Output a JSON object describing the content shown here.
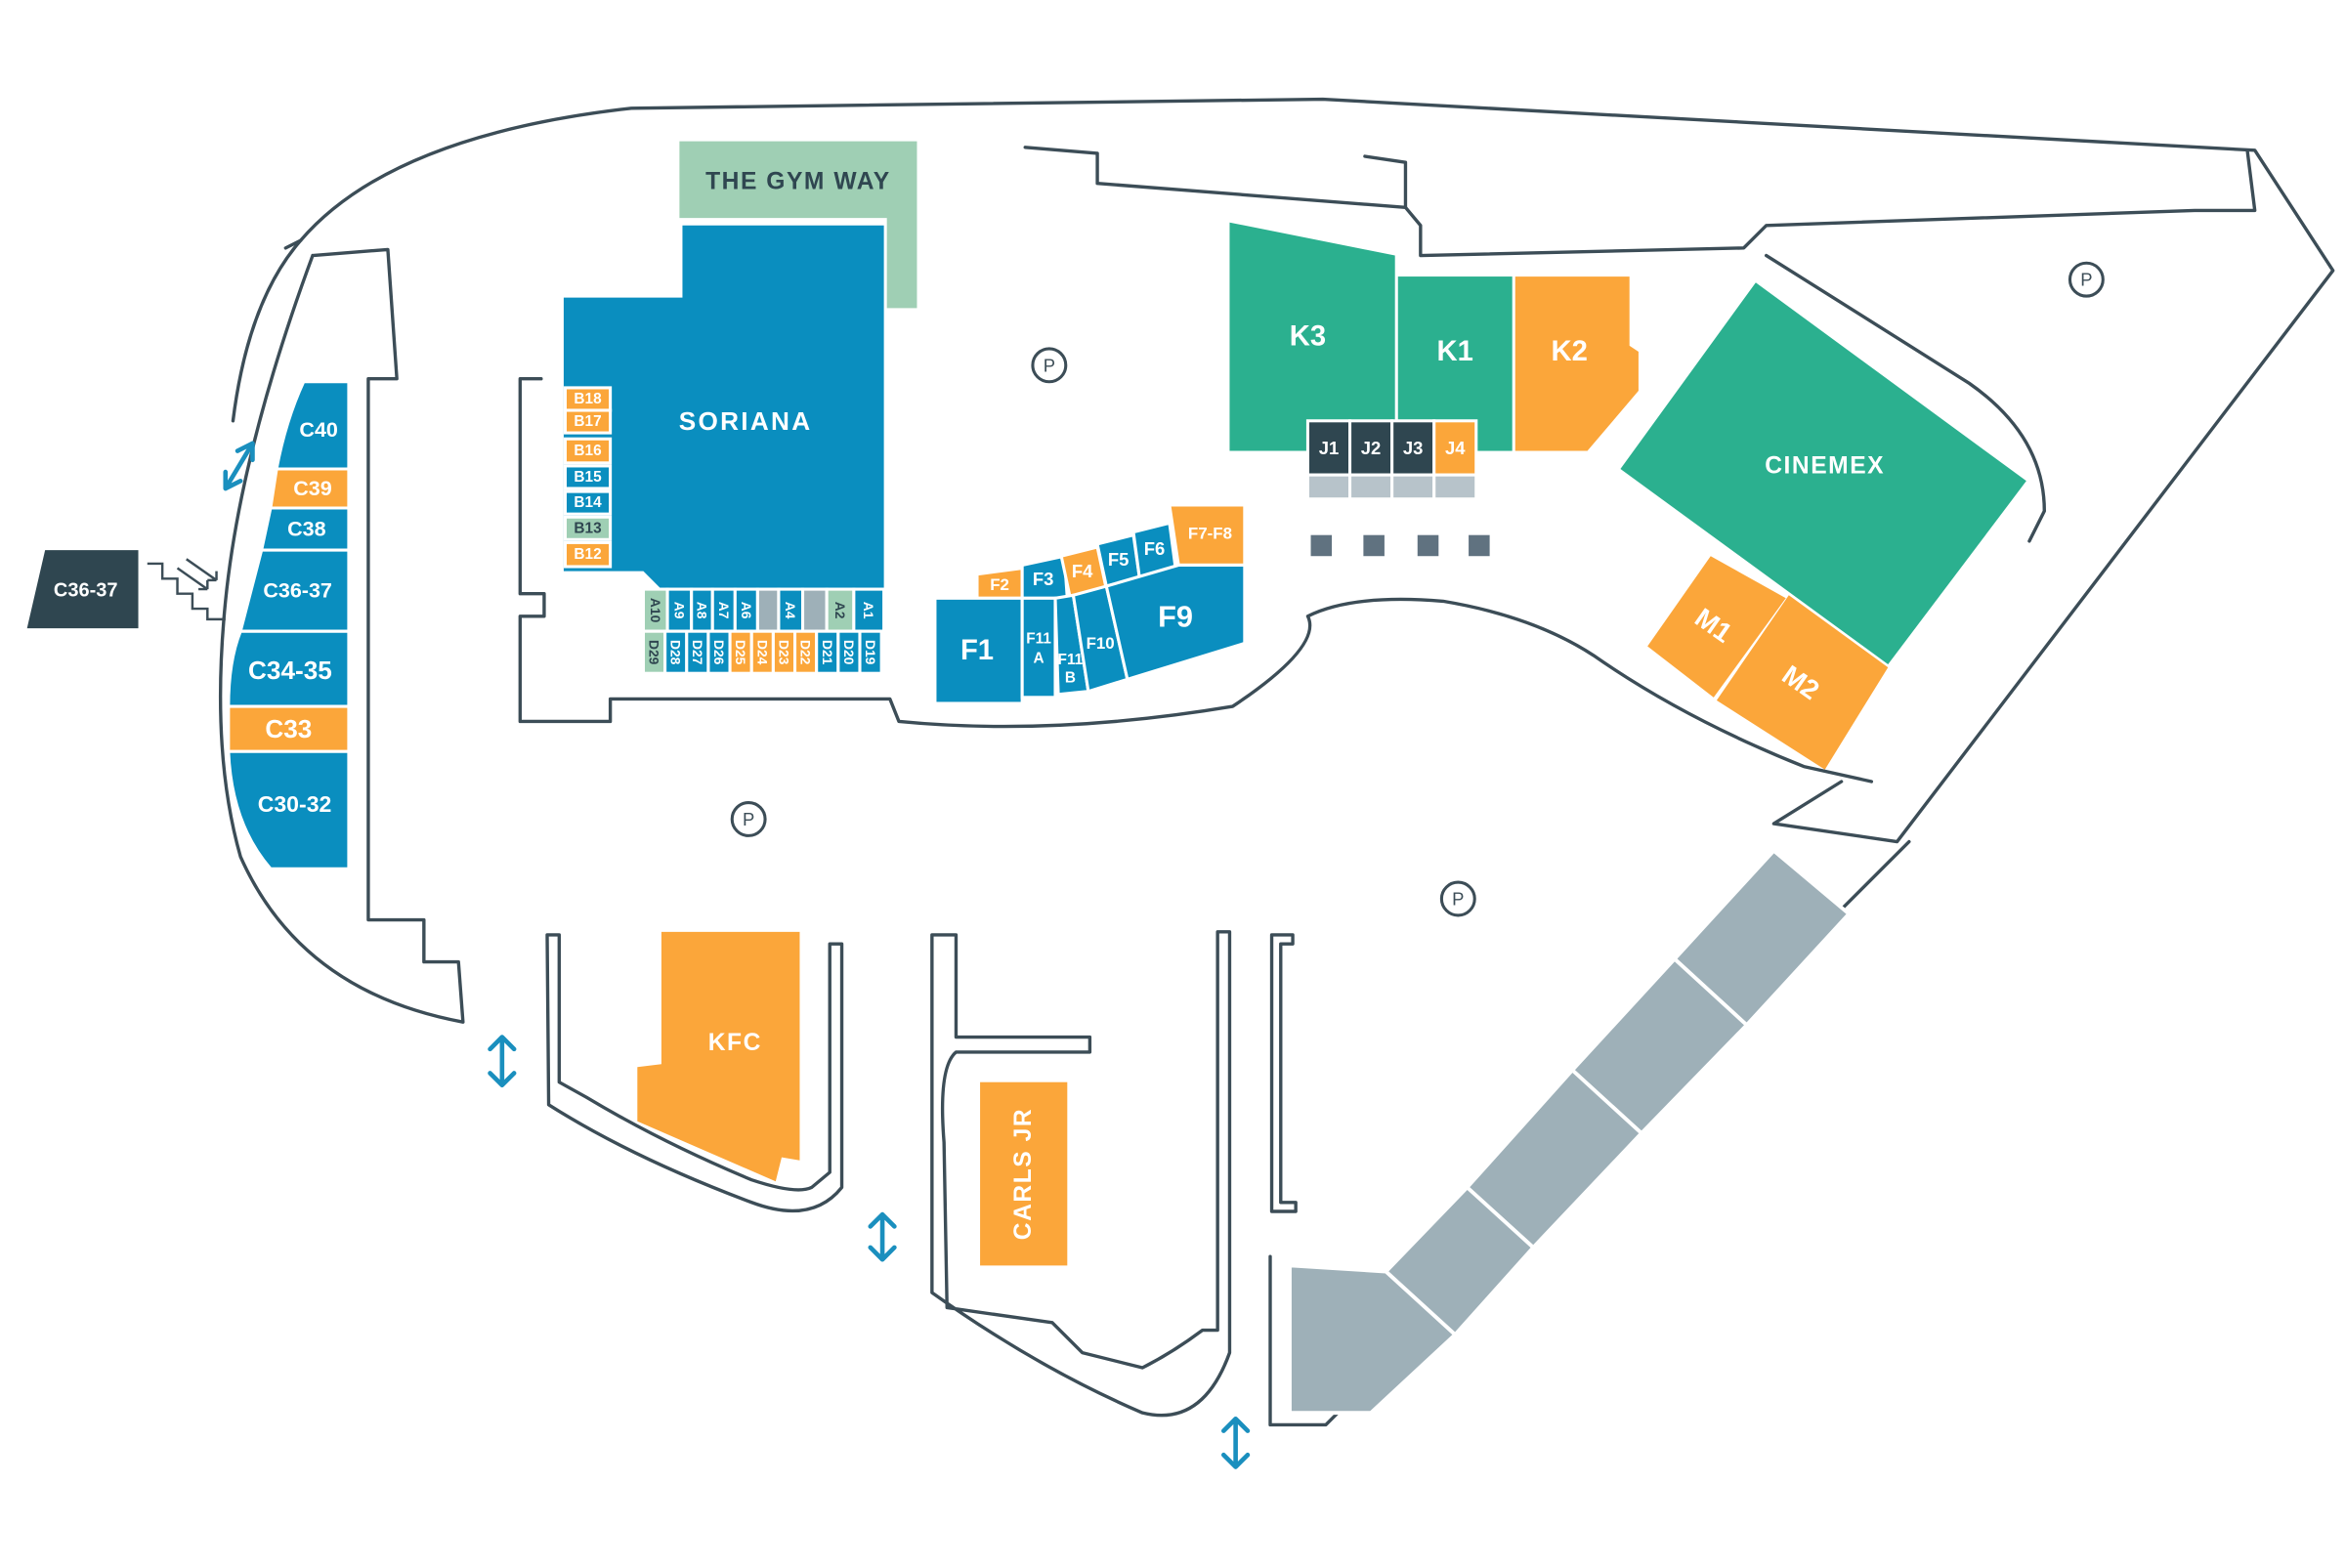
{
  "colors": {
    "blue": "#0a8ebf",
    "teal": "#2bb08f",
    "orange": "#fba63a",
    "light_green": "#9fcfb4",
    "dark": "#2f4650",
    "gray": "#9eb0b8",
    "access_arrow": "#1a8fbe"
  },
  "anchors": {
    "gym": "THE GYM WAY",
    "soriana": "SORIANA",
    "cinemex": "CINEMEX",
    "kfc": "KFC",
    "carls": "CARLS JR"
  },
  "parking_label": "P",
  "k_block": {
    "k3": "K3",
    "k1": "K1",
    "k2": "K2"
  },
  "j_units": [
    "J1",
    "J2",
    "J3",
    "J4"
  ],
  "m_units": {
    "m1": "M1",
    "m2": "M2"
  },
  "f_units": {
    "f1": "F1",
    "f2": "F2",
    "f3": "F3",
    "f4": "F4",
    "f5": "F5",
    "f6": "F6",
    "f7f8": "F7-F8",
    "f9": "F9",
    "f10": "F10",
    "f11a_line1": "F11",
    "f11a_line2": "A",
    "f11b_line1": "F11",
    "f11b_line2": "B"
  },
  "b_units": [
    "B18",
    "B17",
    "B16",
    "B15",
    "B14",
    "B13",
    "B12"
  ],
  "a_units": [
    "A10",
    "A9",
    "A8",
    "A7",
    "A6",
    "",
    "A4",
    "",
    "A2",
    "A1"
  ],
  "d_units": [
    "D29",
    "D28",
    "D27",
    "D26",
    "D25",
    "D24",
    "D23",
    "D22",
    "D21",
    "D20",
    "D19"
  ],
  "c_units": {
    "c40": "C40",
    "c39": "C39",
    "c38": "C38",
    "c3637": "C36-37",
    "c3435": "C34-35",
    "c33": "C33",
    "c3032": "C30-32"
  },
  "external_label": "C36-37"
}
